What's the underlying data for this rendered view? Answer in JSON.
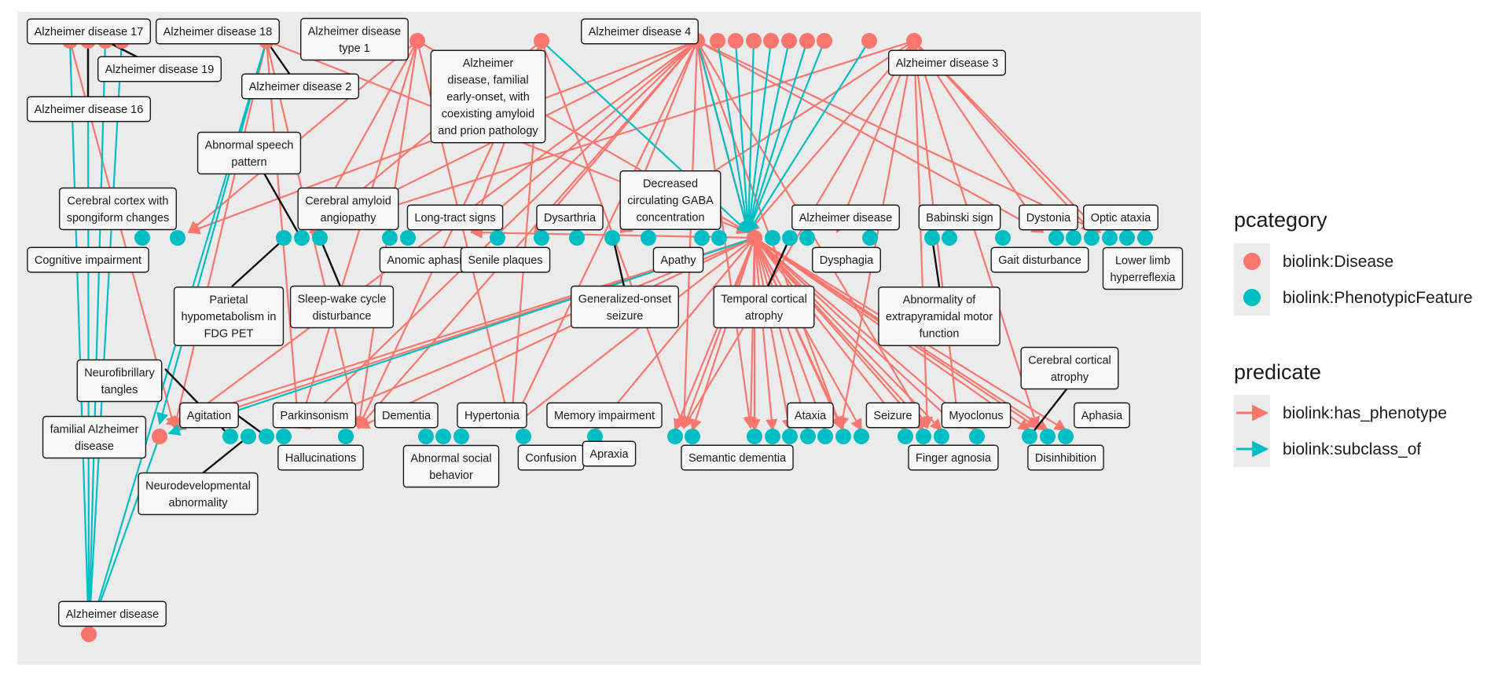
{
  "colors": {
    "disease": "#F8766D",
    "phenotype": "#00BFC4",
    "panel_bg": "#EBEBEB",
    "label_bg": "#F7F7F7",
    "label_border": "#1a1a1a"
  },
  "legend": {
    "pcategory_title": "pcategory",
    "pcategory_items": [
      {
        "label": "biolink:Disease",
        "color": "#F8766D"
      },
      {
        "label": "biolink:PhenotypicFeature",
        "color": "#00BFC4"
      }
    ],
    "predicate_title": "predicate",
    "predicate_items": [
      {
        "label": "biolink:has_phenotype",
        "color": "#F8766D"
      },
      {
        "label": "biolink:subclass_of",
        "color": "#00BFC4"
      }
    ]
  },
  "labels": [
    {
      "id": "ad17",
      "lines": [
        "Alzheimer disease 17"
      ]
    },
    {
      "id": "ad18",
      "lines": [
        "Alzheimer disease 18"
      ]
    },
    {
      "id": "adt1",
      "lines": [
        "Alzheimer disease",
        "type 1"
      ]
    },
    {
      "id": "ad4",
      "lines": [
        "Alzheimer disease 4"
      ]
    },
    {
      "id": "ad19",
      "lines": [
        "Alzheimer disease 19"
      ]
    },
    {
      "id": "ad2",
      "lines": [
        "Alzheimer disease 2"
      ]
    },
    {
      "id": "adfam",
      "lines": [
        "Alzheimer",
        "disease, familial",
        "early-onset, with",
        "coexisting amyloid",
        "and prion pathology"
      ]
    },
    {
      "id": "ad3",
      "lines": [
        "Alzheimer disease 3"
      ]
    },
    {
      "id": "ad16",
      "lines": [
        "Alzheimer disease 16"
      ]
    },
    {
      "id": "asp",
      "lines": [
        "Abnormal speech",
        "pattern"
      ]
    },
    {
      "id": "ccsc",
      "lines": [
        "Cerebral cortex with",
        "spongiform changes"
      ]
    },
    {
      "id": "caa",
      "lines": [
        "Cerebral amyloid",
        "angiopathy"
      ]
    },
    {
      "id": "lts",
      "lines": [
        "Long-tract signs"
      ]
    },
    {
      "id": "dys",
      "lines": [
        "Dysarthria"
      ]
    },
    {
      "id": "dcg",
      "lines": [
        "Decreased",
        "circulating GABA",
        "concentration"
      ]
    },
    {
      "id": "adz",
      "lines": [
        "Alzheimer disease"
      ]
    },
    {
      "id": "bab",
      "lines": [
        "Babinski sign"
      ]
    },
    {
      "id": "dyst",
      "lines": [
        "Dystonia"
      ]
    },
    {
      "id": "opt",
      "lines": [
        "Optic ataxia"
      ]
    },
    {
      "id": "cog",
      "lines": [
        "Cognitive impairment"
      ]
    },
    {
      "id": "ana",
      "lines": [
        "Anomic aphasia"
      ]
    },
    {
      "id": "sen",
      "lines": [
        "Senile plaques"
      ]
    },
    {
      "id": "apa",
      "lines": [
        "Apathy"
      ]
    },
    {
      "id": "dph",
      "lines": [
        "Dysphagia"
      ]
    },
    {
      "id": "gait",
      "lines": [
        "Gait disturbance"
      ]
    },
    {
      "id": "llh",
      "lines": [
        "Lower limb",
        "hyperreflexia"
      ]
    },
    {
      "id": "phm",
      "lines": [
        "Parietal",
        "hypometabolism in",
        "FDG PET"
      ]
    },
    {
      "id": "swc",
      "lines": [
        "Sleep-wake cycle",
        "disturbance"
      ]
    },
    {
      "id": "gos",
      "lines": [
        "Generalized-onset",
        "seizure"
      ]
    },
    {
      "id": "tca",
      "lines": [
        "Temporal cortical",
        "atrophy"
      ]
    },
    {
      "id": "aem",
      "lines": [
        "Abnormality of",
        "extrapyramidal motor",
        "function"
      ]
    },
    {
      "id": "ccat",
      "lines": [
        "Cerebral cortical",
        "atrophy"
      ]
    },
    {
      "id": "nft",
      "lines": [
        "Neurofibrillary",
        "tangles"
      ]
    },
    {
      "id": "agi",
      "lines": [
        "Agitation"
      ]
    },
    {
      "id": "par",
      "lines": [
        "Parkinsonism"
      ]
    },
    {
      "id": "dem",
      "lines": [
        "Dementia"
      ]
    },
    {
      "id": "hyp",
      "lines": [
        "Hypertonia"
      ]
    },
    {
      "id": "mem",
      "lines": [
        "Memory impairment"
      ]
    },
    {
      "id": "ata",
      "lines": [
        "Ataxia"
      ]
    },
    {
      "id": "sei",
      "lines": [
        "Seizure"
      ]
    },
    {
      "id": "myo",
      "lines": [
        "Myoclonus"
      ]
    },
    {
      "id": "aph",
      "lines": [
        "Aphasia"
      ]
    },
    {
      "id": "fad",
      "lines": [
        "familial Alzheimer",
        "disease"
      ]
    },
    {
      "id": "hal",
      "lines": [
        "Hallucinations"
      ]
    },
    {
      "id": "asb",
      "lines": [
        "Abnormal social",
        "behavior"
      ]
    },
    {
      "id": "con",
      "lines": [
        "Confusion"
      ]
    },
    {
      "id": "apr",
      "lines": [
        "Apraxia"
      ]
    },
    {
      "id": "sem",
      "lines": [
        "Semantic dementia"
      ]
    },
    {
      "id": "fin",
      "lines": [
        "Finger agnosia"
      ]
    },
    {
      "id": "dis",
      "lines": [
        "Disinhibition"
      ]
    },
    {
      "id": "ndv",
      "lines": [
        "Neurodevelopmental",
        "abnormality"
      ]
    },
    {
      "id": "adroot",
      "lines": [
        "Alzheimer disease"
      ]
    }
  ]
}
